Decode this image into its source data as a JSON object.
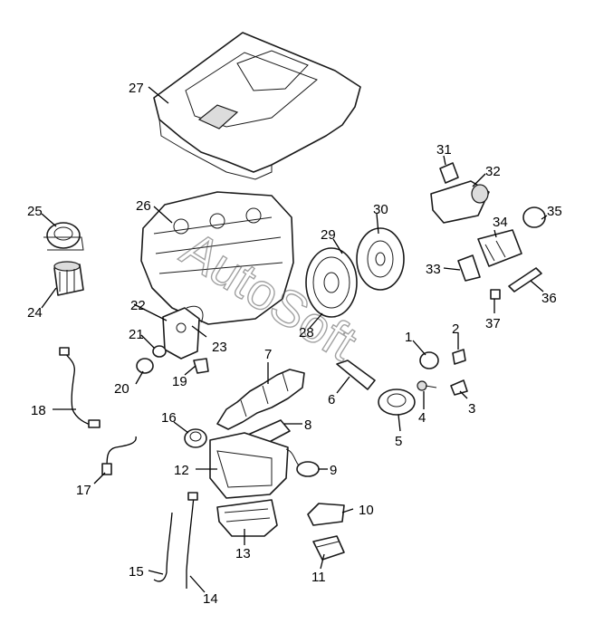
{
  "watermark": "AutoSoft",
  "callouts": [
    {
      "id": "1",
      "label": "1"
    },
    {
      "id": "2",
      "label": "2"
    },
    {
      "id": "3",
      "label": "3"
    },
    {
      "id": "4",
      "label": "4"
    },
    {
      "id": "5",
      "label": "5"
    },
    {
      "id": "6",
      "label": "6"
    },
    {
      "id": "7",
      "label": "7"
    },
    {
      "id": "8",
      "label": "8"
    },
    {
      "id": "9",
      "label": "9"
    },
    {
      "id": "10",
      "label": "10"
    },
    {
      "id": "11",
      "label": "11"
    },
    {
      "id": "12",
      "label": "12"
    },
    {
      "id": "13",
      "label": "13"
    },
    {
      "id": "14",
      "label": "14"
    },
    {
      "id": "15",
      "label": "15"
    },
    {
      "id": "16",
      "label": "16"
    },
    {
      "id": "17",
      "label": "17"
    },
    {
      "id": "18",
      "label": "18"
    },
    {
      "id": "19",
      "label": "19"
    },
    {
      "id": "20",
      "label": "20"
    },
    {
      "id": "21",
      "label": "21"
    },
    {
      "id": "22",
      "label": "22"
    },
    {
      "id": "23",
      "label": "23"
    },
    {
      "id": "24",
      "label": "24"
    },
    {
      "id": "25",
      "label": "25"
    },
    {
      "id": "26",
      "label": "26"
    },
    {
      "id": "27",
      "label": "27"
    },
    {
      "id": "28",
      "label": "28"
    },
    {
      "id": "29",
      "label": "29"
    },
    {
      "id": "30",
      "label": "30"
    },
    {
      "id": "31",
      "label": "31"
    },
    {
      "id": "32",
      "label": "32"
    },
    {
      "id": "33",
      "label": "33"
    },
    {
      "id": "34",
      "label": "34"
    },
    {
      "id": "35",
      "label": "35"
    },
    {
      "id": "36",
      "label": "36"
    },
    {
      "id": "37",
      "label": "37"
    }
  ]
}
